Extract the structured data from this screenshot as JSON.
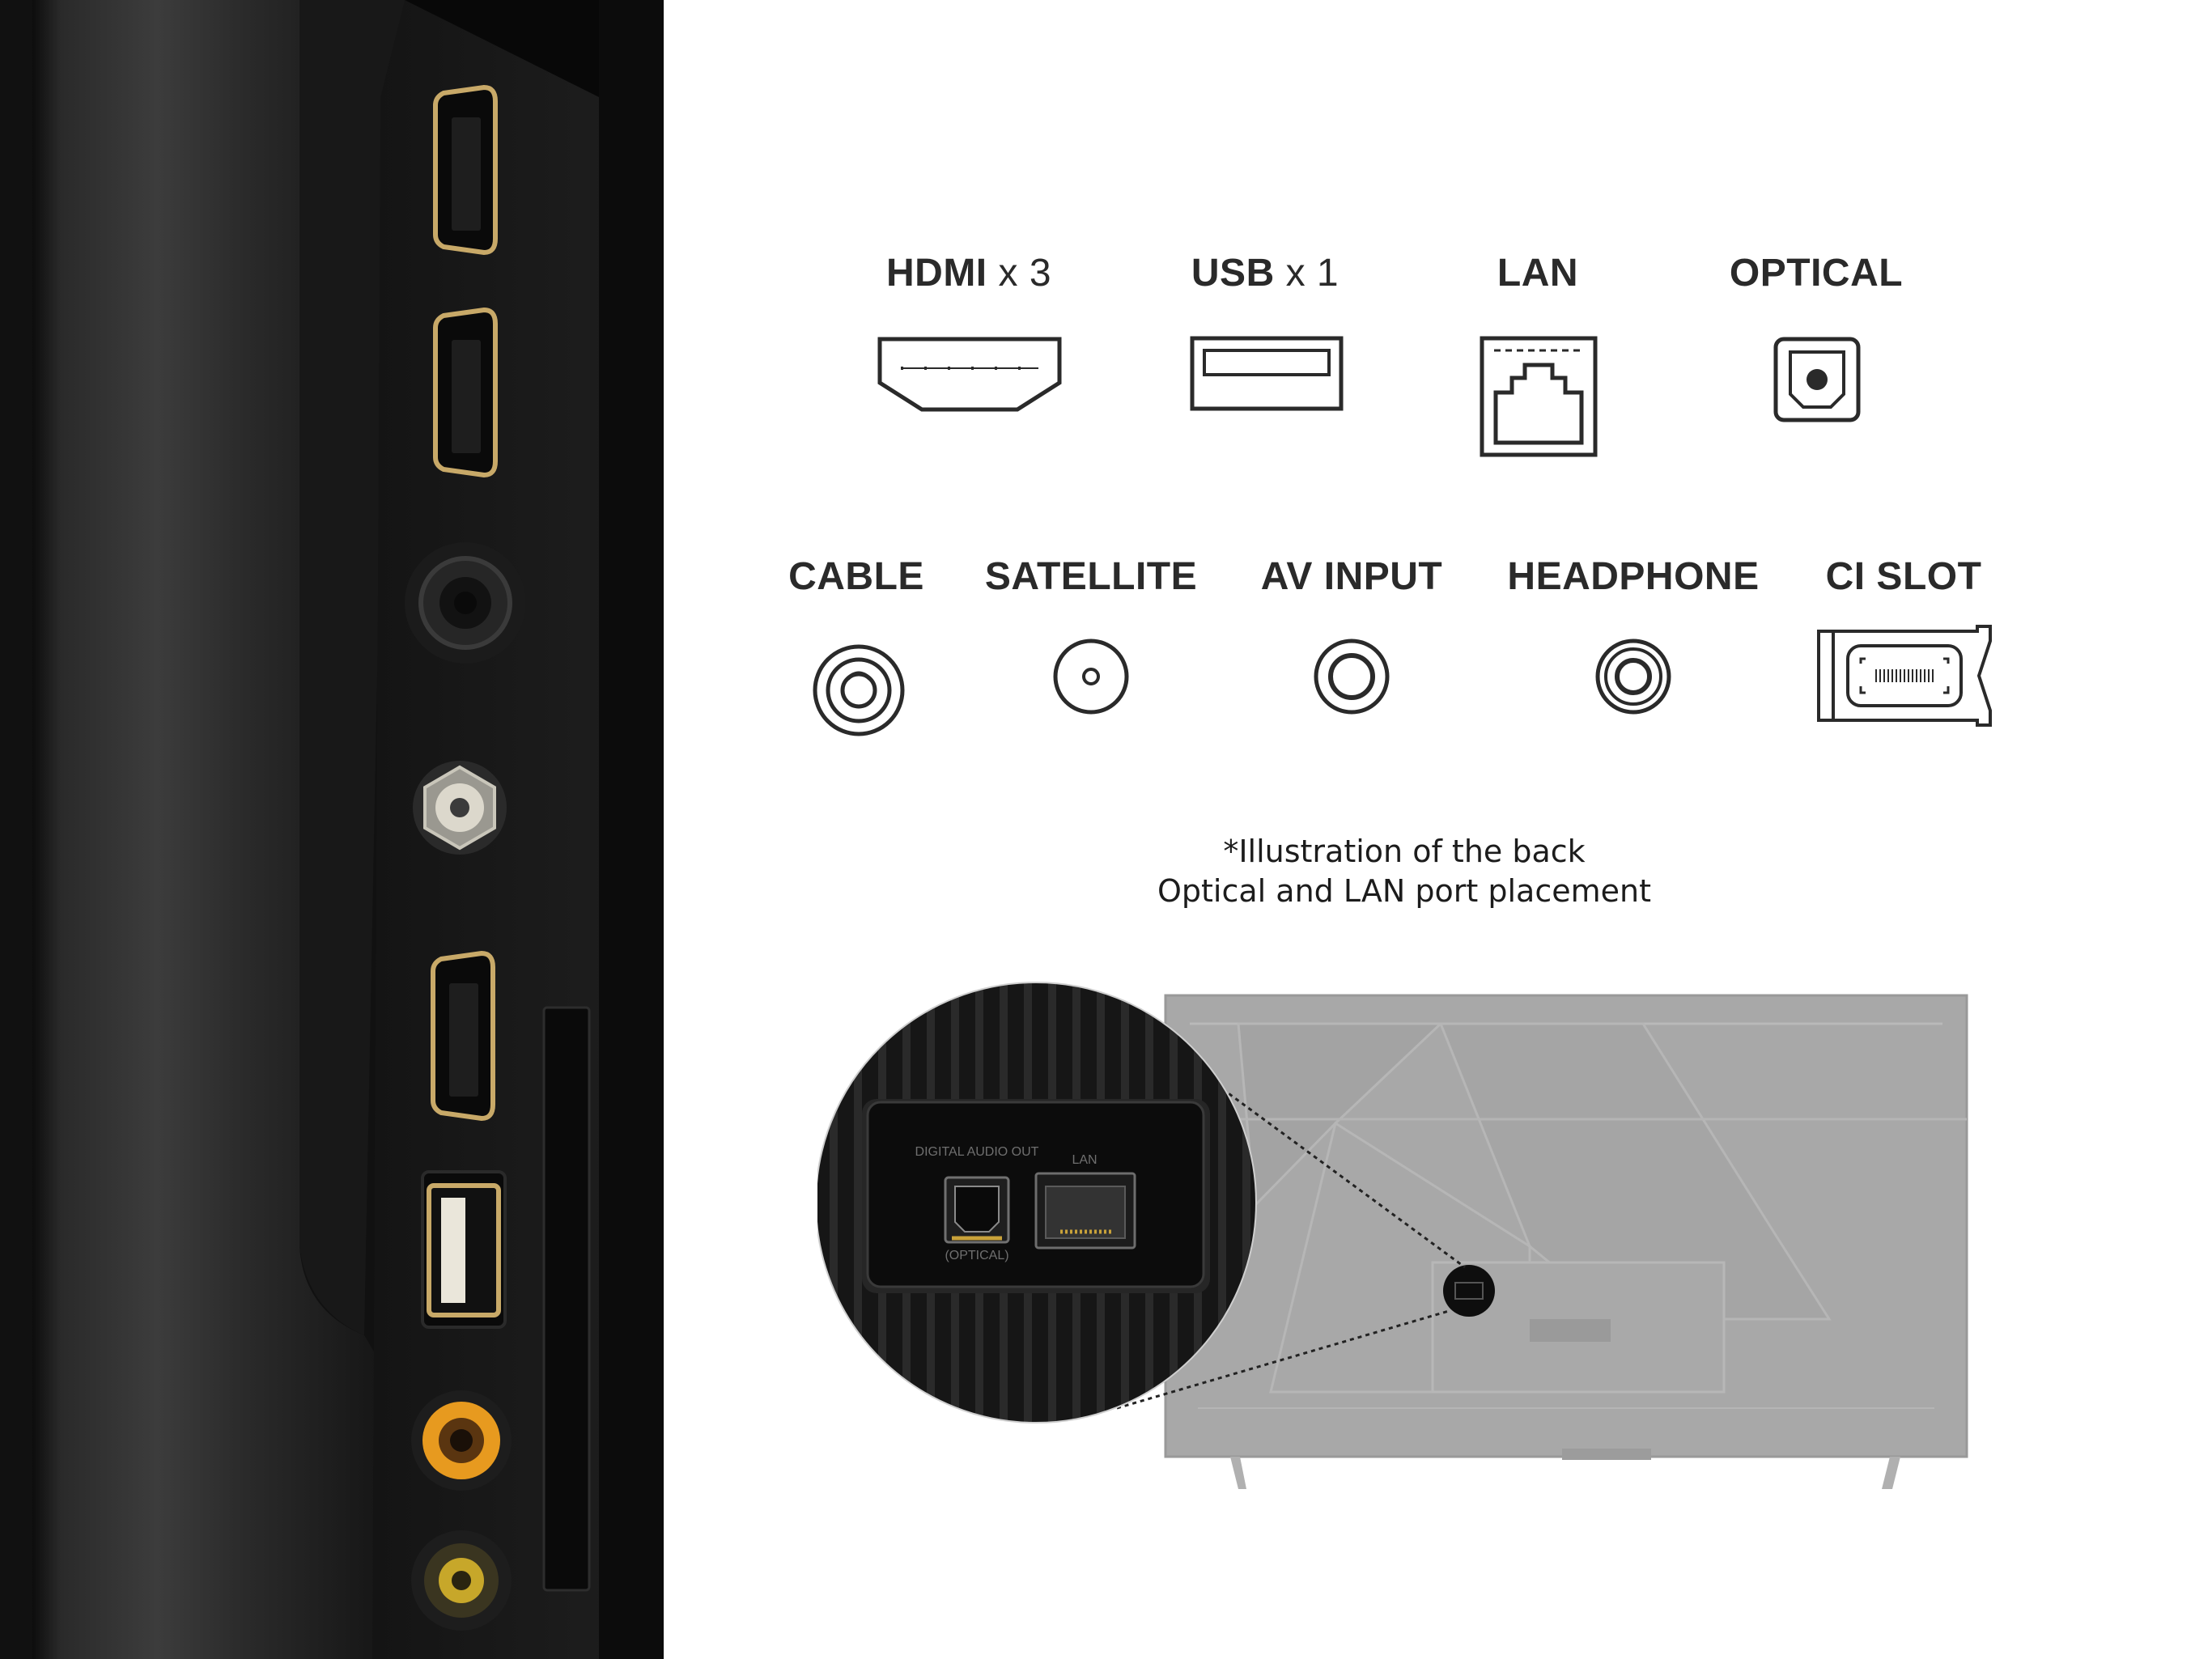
{
  "ports_row1": [
    {
      "name": "HDMI",
      "multiplier": "x 3",
      "icon": "hdmi-port-icon"
    },
    {
      "name": "USB",
      "multiplier": "x 1",
      "icon": "usb-port-icon"
    },
    {
      "name": "LAN",
      "multiplier": "",
      "icon": "lan-port-icon"
    },
    {
      "name": "OPTICAL",
      "multiplier": "",
      "icon": "optical-port-icon"
    }
  ],
  "ports_row2": [
    {
      "name": "CABLE",
      "icon": "cable-port-icon"
    },
    {
      "name": "SATELLITE",
      "icon": "satellite-port-icon"
    },
    {
      "name": "AV INPUT",
      "icon": "av-input-port-icon"
    },
    {
      "name": "HEADPHONE",
      "icon": "headphone-port-icon"
    },
    {
      "name": "CI SLOT",
      "icon": "ci-slot-icon"
    }
  ],
  "caption": {
    "line1": "*Illustration of the back",
    "line2": "Optical and LAN port placement"
  },
  "inset": {
    "optical_label_top": "DIGITAL AUDIO OUT",
    "optical_label_bottom": "(OPTICAL)",
    "lan_label": "LAN"
  },
  "colors": {
    "text": "#2a2a2a",
    "tv_back": "#a8a8a8",
    "panel_dark": "#1a1a1a",
    "port_gold": "#c8a968",
    "av_orange": "#e79a1f"
  }
}
